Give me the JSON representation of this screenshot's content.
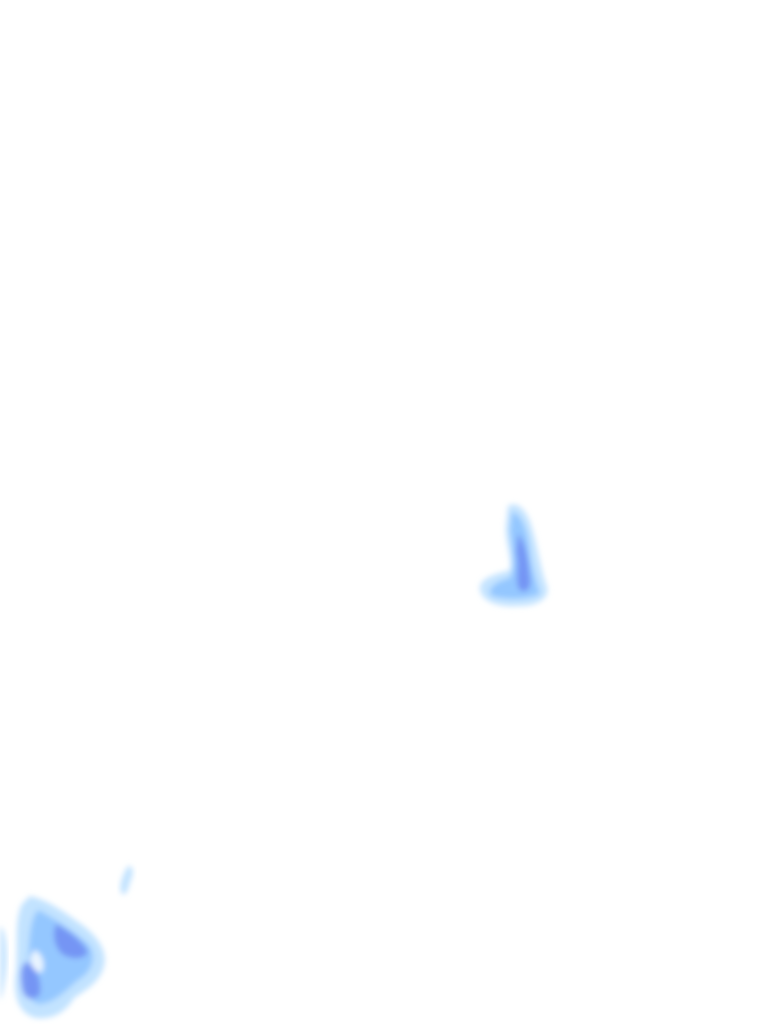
{
  "map": {
    "background_color": "#ffffff",
    "precipitation_palette": {
      "light": "#bfe1ff",
      "medium": "#8fc4ff",
      "heavy": "#6f8cf2"
    },
    "echo_cells": [
      {
        "name": "echo-cell-center",
        "intensity": [
          "light",
          "medium",
          "heavy"
        ]
      },
      {
        "name": "echo-cell-bottom-left",
        "intensity": [
          "light",
          "medium",
          "heavy"
        ]
      },
      {
        "name": "echo-cell-bottom-left-streak",
        "intensity": [
          "light"
        ]
      }
    ]
  }
}
